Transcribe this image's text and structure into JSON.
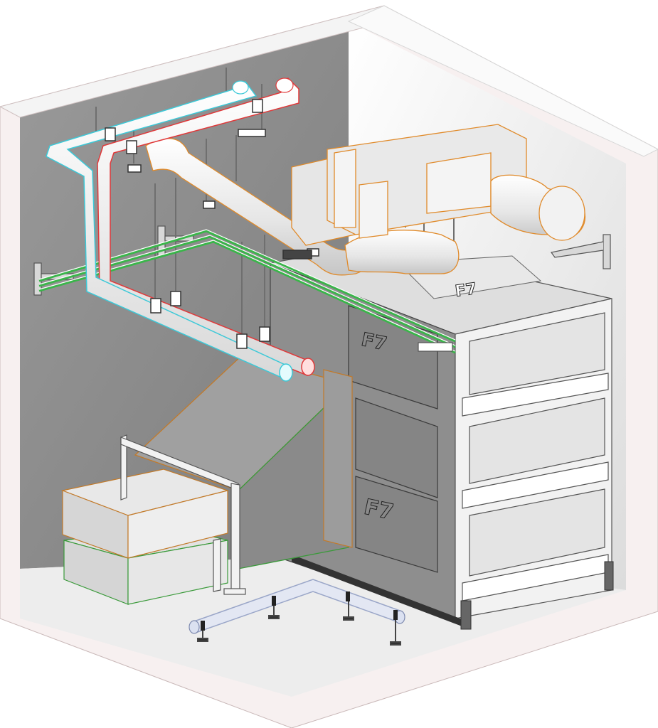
{
  "diagram": {
    "filter_labels": [
      "F7",
      "F7",
      "F7"
    ],
    "colors": {
      "room_wall": "#8f8f8f",
      "room_wall_right": "#f0f0f0",
      "room_floor": "#e9e9e9",
      "room_edge": "#f3e9e9",
      "duct": "#ececec",
      "duct_outline": "#e08a2a",
      "hot_pipe": "#e0393a",
      "cold_pipe": "#3cc9d8",
      "green_pipe": "#3ab54a",
      "floor_pipe": "#9aa6c8",
      "ahu_body": "#9a9a9a",
      "ahu_frame": "#f4f4f4",
      "hanger": "#777777"
    }
  }
}
